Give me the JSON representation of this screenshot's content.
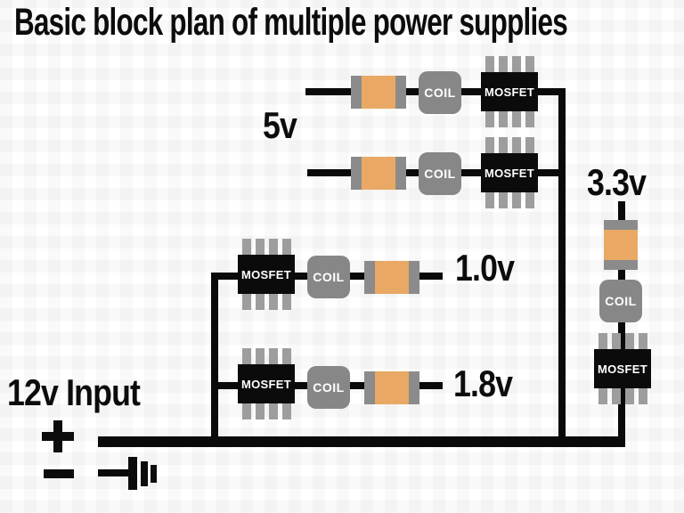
{
  "title": "Basic block plan of multiple power supplies",
  "components": {
    "coil": "COIL",
    "mosfet": "MOSFET"
  },
  "rails": {
    "five_v": "5v",
    "one_point_zero_v": "1.0v",
    "one_point_eight_v": "1.8v",
    "three_point_three_v": "3.3v"
  },
  "input": {
    "label": "12v Input",
    "positive_symbol": "+",
    "negative_symbol": "−"
  },
  "colors": {
    "background": "#FFFFFF",
    "wire": "#0A0A0A",
    "capacitor_body": "#E9A964",
    "capacitor_terminal": "#8B8B8B",
    "coil_background": "#878787",
    "coil_text": "#FFFFFF",
    "mosfet_background": "#0B0B0B",
    "mosfet_text": "#FFFFFF",
    "mosfet_pin": "#9D9D9D",
    "text": "#0C0C0C"
  }
}
